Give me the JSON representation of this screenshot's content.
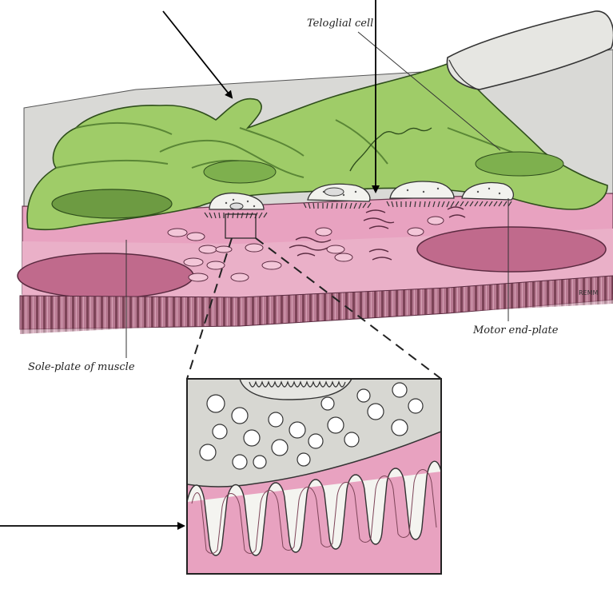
{
  "labels": {
    "teloglial_cell": "Teloglial cell",
    "motor_end_plate": "Motor end-plate",
    "sole_plate": "Sole-plate of muscle",
    "artist_signature": "REMM"
  },
  "colors": {
    "nerve_green": "#9fcc68",
    "nerve_green_dark": "#4e7a2e",
    "muscle_pink": "#e8a2c0",
    "muscle_pink_dark": "#8c4a66",
    "nucleus": "#c06a8c",
    "background_grey": "#d9d9d6",
    "axon_sheath": "#e6e6e2"
  },
  "pointer_arrows": [
    {
      "name": "arrow-to-nerve-terminal",
      "description": "black arrow"
    },
    {
      "name": "arrow-to-junctional-cleft",
      "description": "black arrow"
    },
    {
      "name": "arrow-to-junctional-folds",
      "description": "black arrow"
    }
  ]
}
